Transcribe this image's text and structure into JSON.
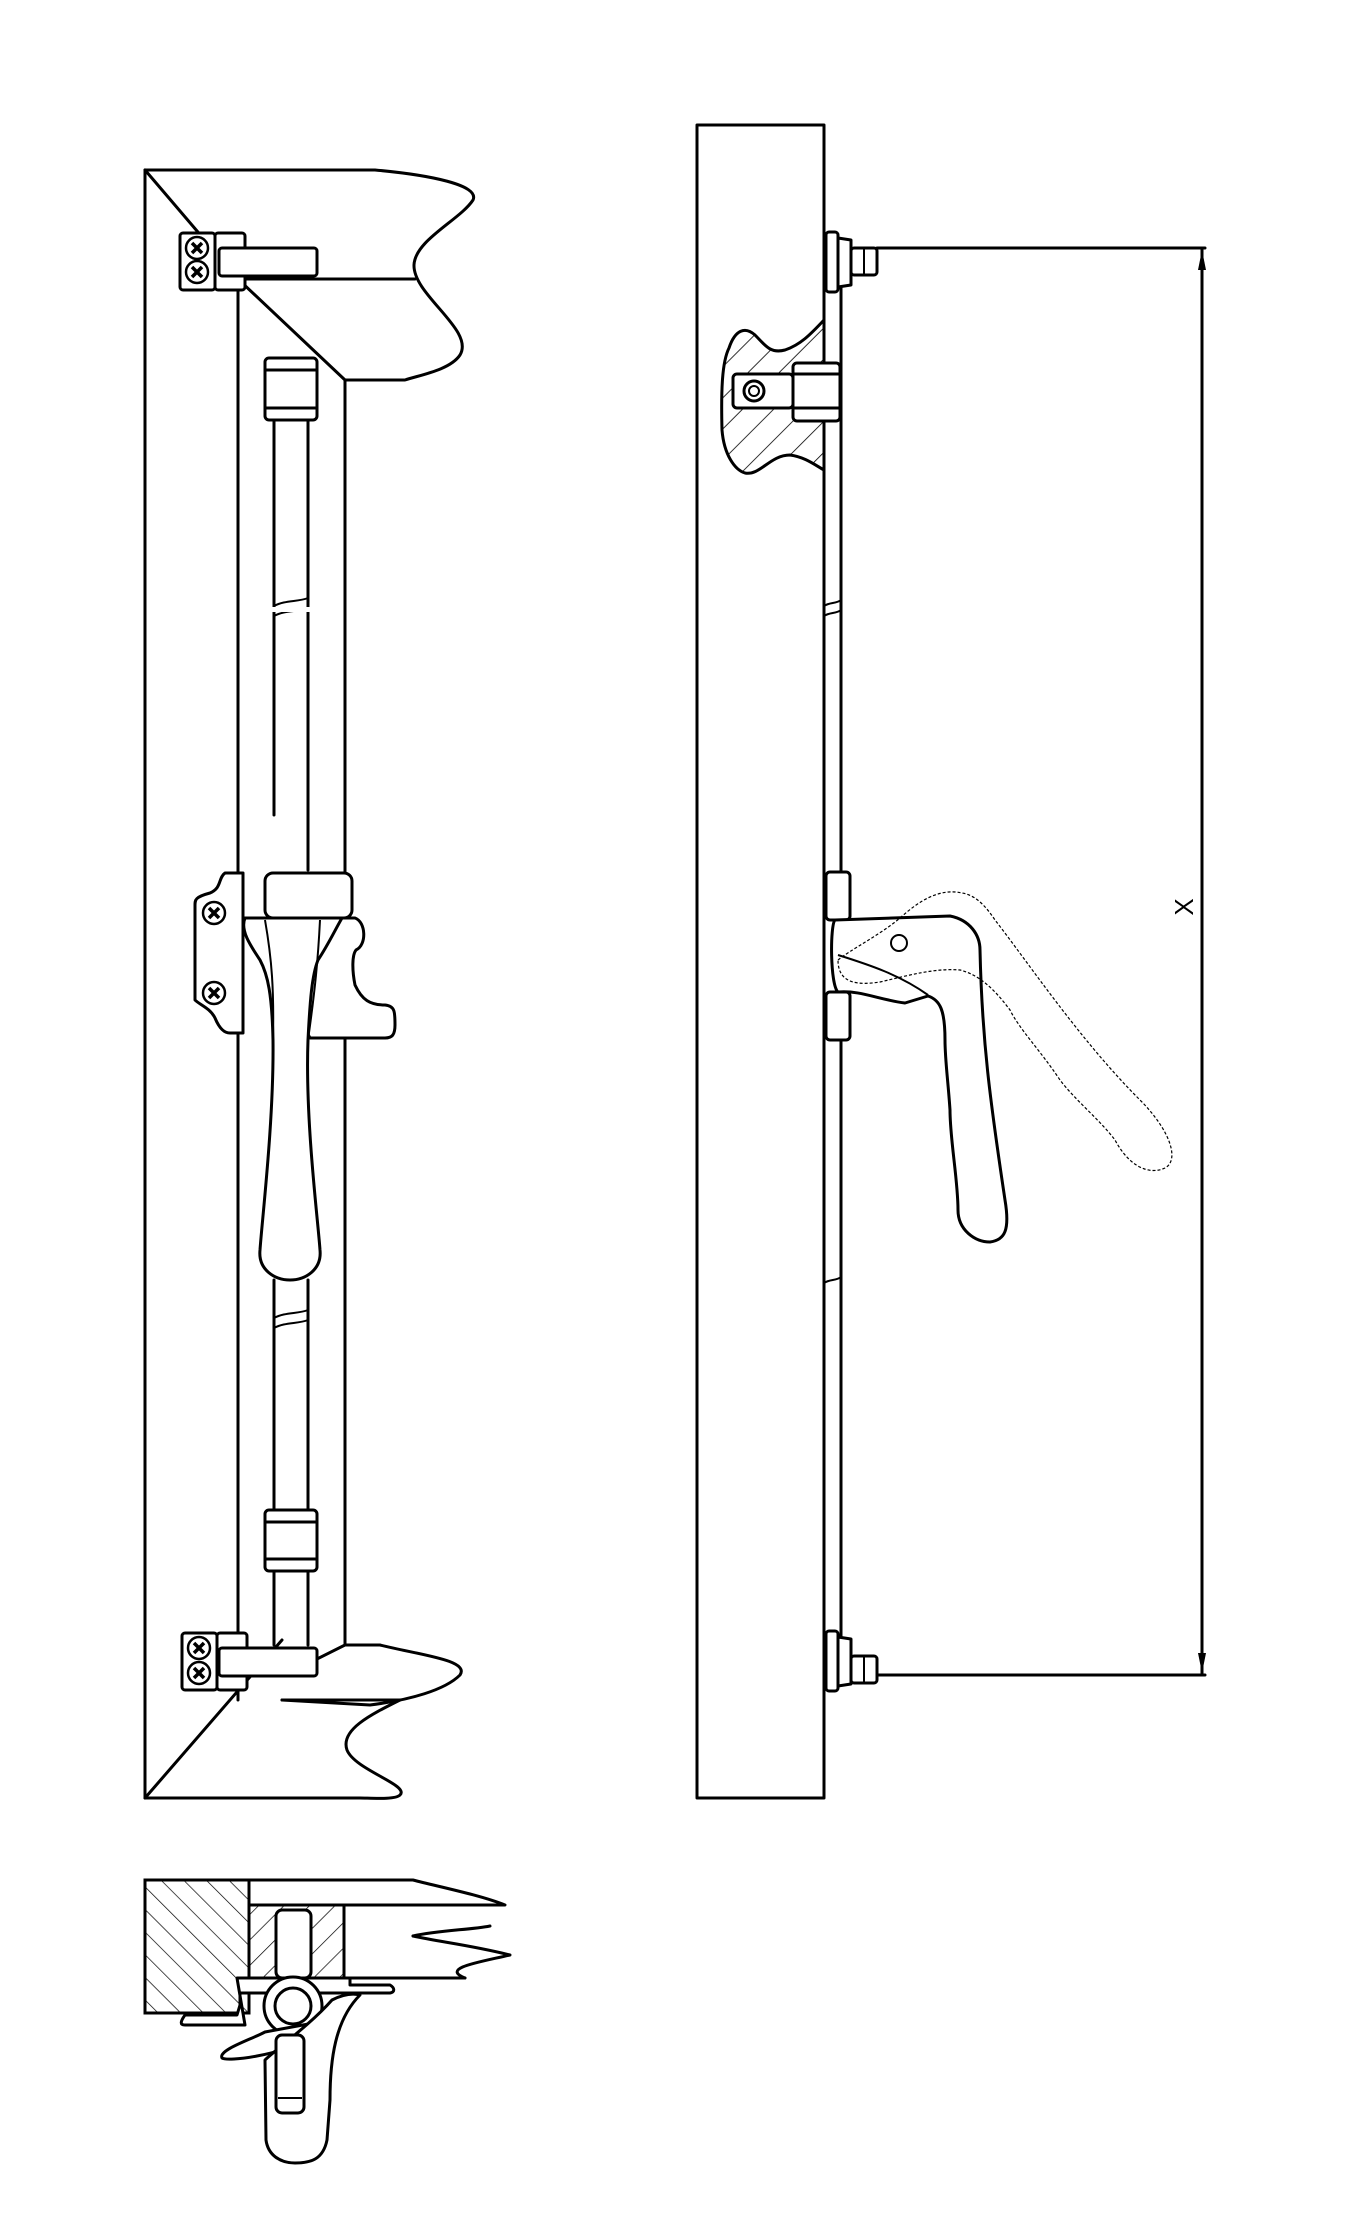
{
  "figure": {
    "background": "#ffffff",
    "line_color": "#000000",
    "views": [
      {
        "id": "front-view",
        "description": "Front elevation of espagnolette bolt on frame with handle, rod guides and top/bottom keepers"
      },
      {
        "id": "side-view",
        "description": "Side elevation showing projecting bolts, sectioned cam, handle in closed position and dashed open position"
      },
      {
        "id": "plan-section",
        "description": "Horizontal section through frame, rod and handle"
      }
    ],
    "dimension": {
      "label": "X",
      "from": "top bolt",
      "to": "bottom bolt"
    },
    "icons": {
      "screw": "cross-head-screw-icon",
      "arrow": "dimension-arrow-icon"
    }
  }
}
